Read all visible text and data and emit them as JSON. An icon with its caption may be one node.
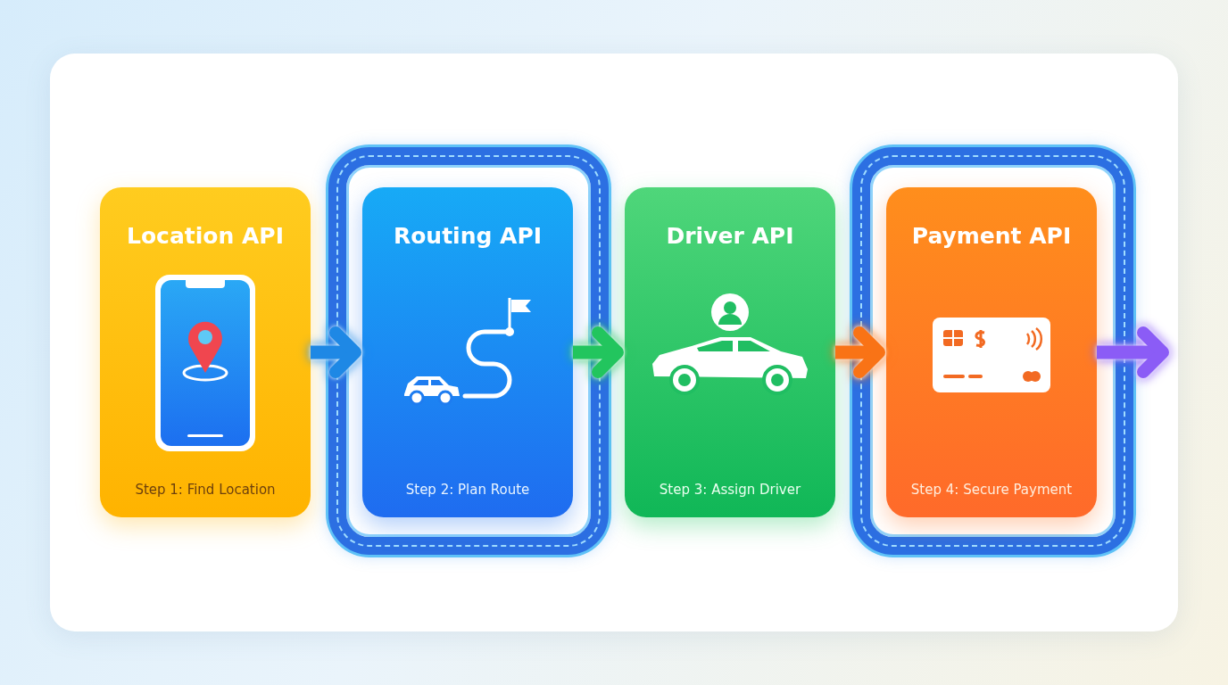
{
  "diagram": {
    "nodes": [
      {
        "text": [
          "Location API",
          "Step 1: Find Location"
        ]
      },
      {
        "text": [],
        "shape": "box"
      },
      {
        "text": [
          "Routing API",
          "Step 2: Plan Route"
        ],
        "in": 1
      },
      {
        "text": [
          "Driver API",
          "Step 3: Assign Driver"
        ]
      },
      {
        "text": [],
        "shape": "box"
      },
      {
        "text": [
          "Payment API",
          "Step 4: Secure Payment"
        ],
        "in": 4
      }
    ],
    "edges": [
      {
        "from": 0,
        "to": 2,
        "arrow": "to",
        "color": "#1e88e5"
      },
      {
        "from": 2,
        "to": 3,
        "arrow": "to",
        "color": "#22c55e"
      },
      {
        "from": 3,
        "to": 5,
        "arrow": "to",
        "color": "#f97316"
      },
      {
        "from": 5,
        "to": null,
        "arrow": "to",
        "color": "#8b5cf6"
      }
    ]
  }
}
